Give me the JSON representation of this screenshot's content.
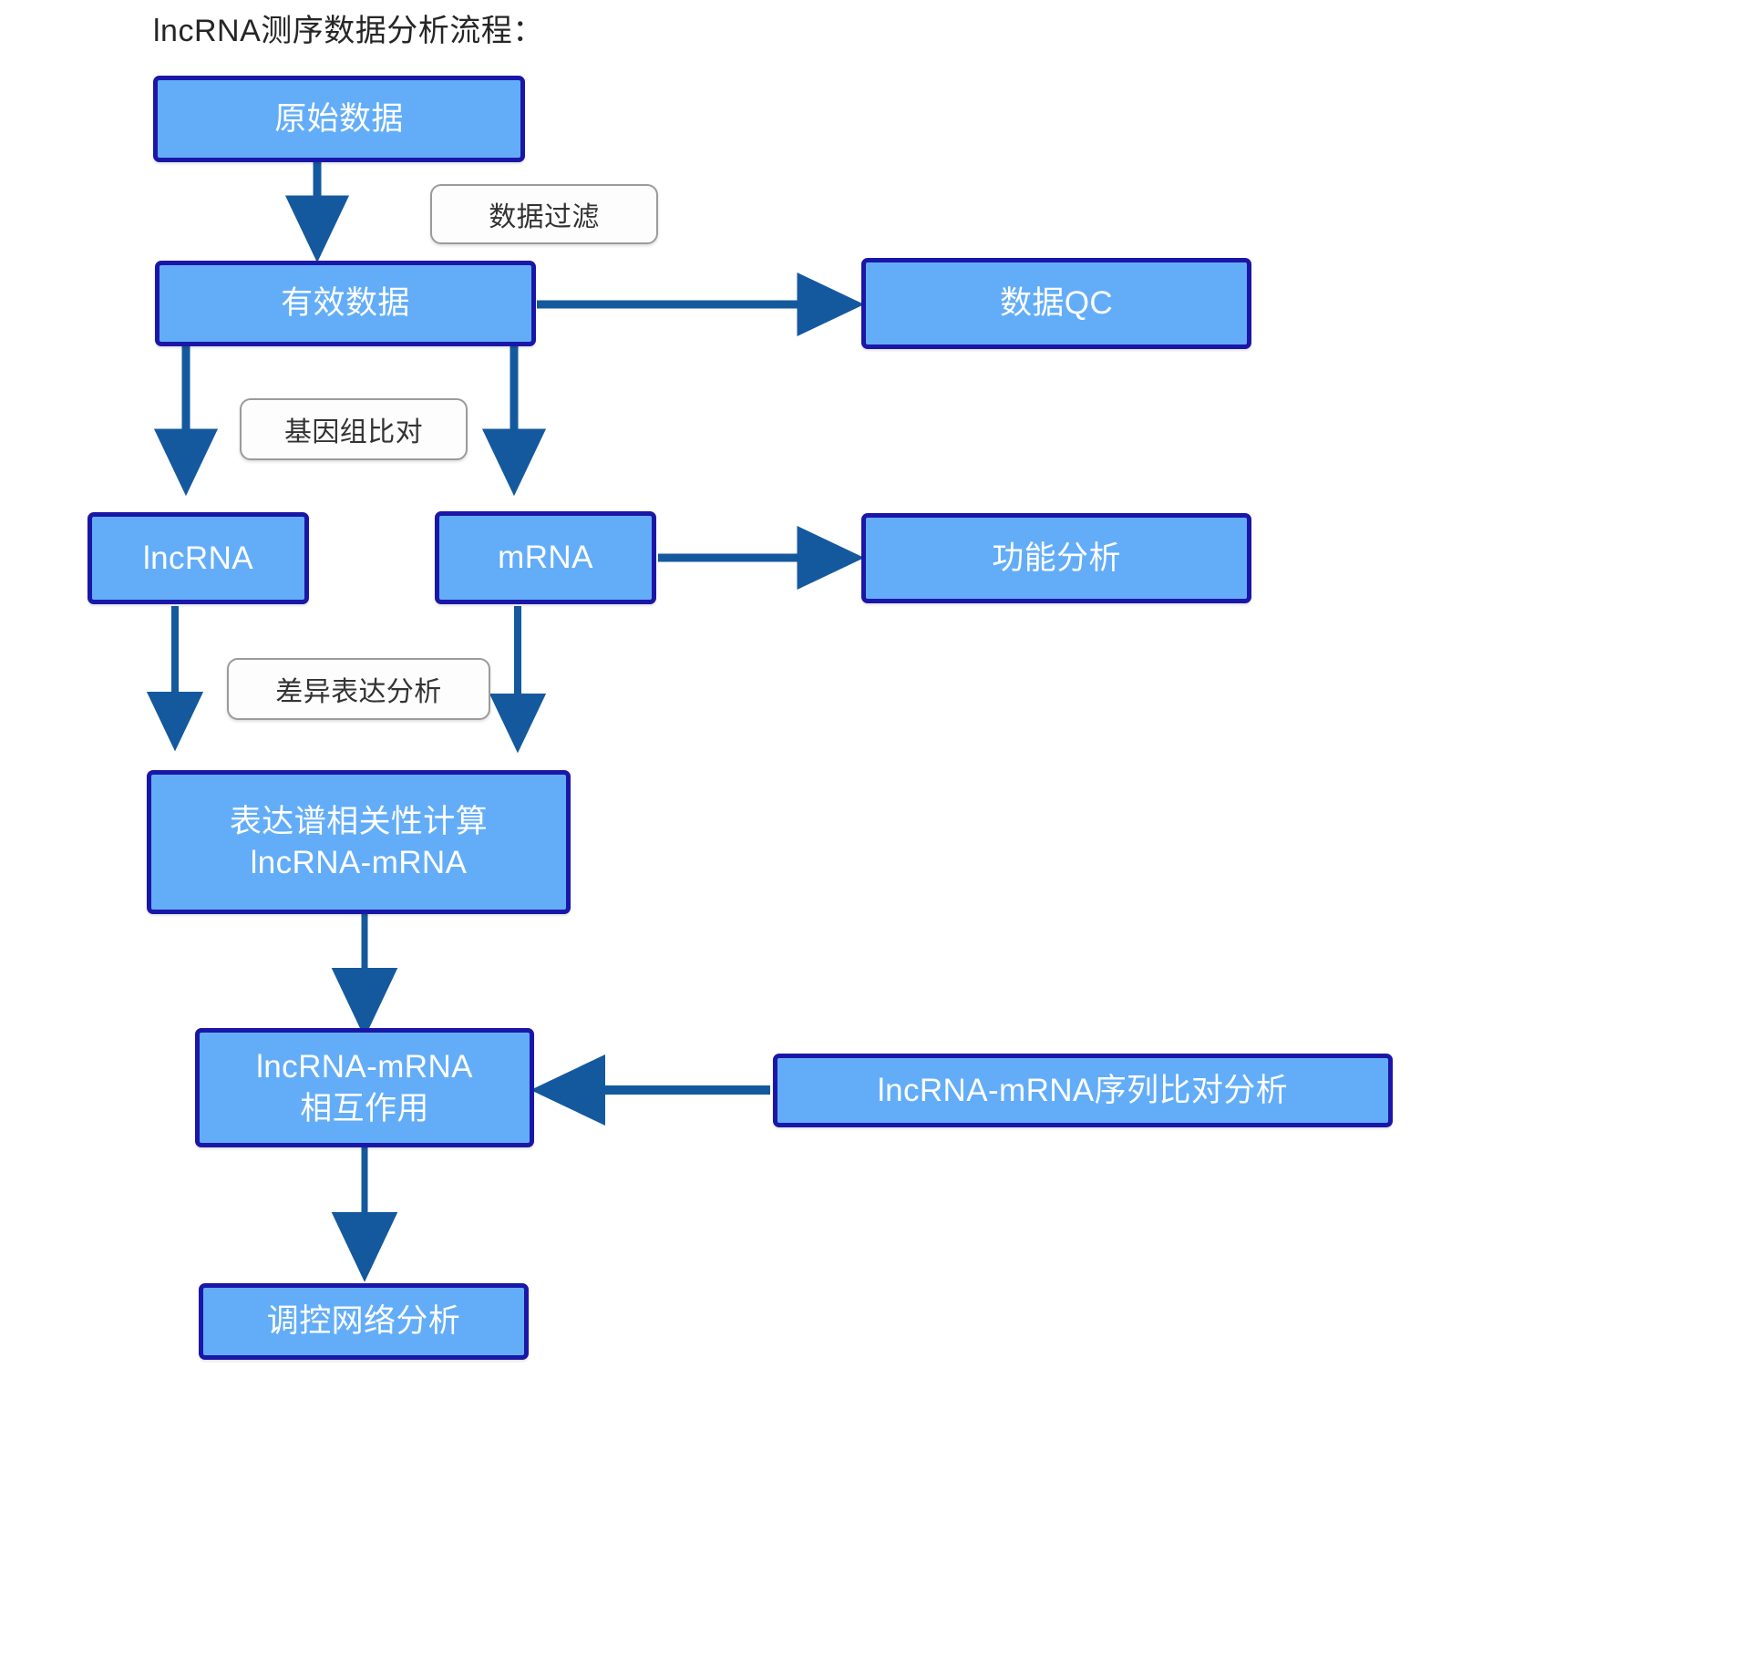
{
  "title": "lncRNA测序数据分析流程：",
  "colors": {
    "node_fill": "#63ADF8",
    "node_border": "#1A17A8",
    "node_text": "#FFFFFF",
    "edge_line": "#14599E",
    "label_border": "#9B9B9B",
    "label_fill": "#FDFDFD",
    "label_text": "#333333",
    "page_background": "#FFFFFF",
    "title_text": "#262626"
  },
  "nodes": [
    {
      "id": "raw-data",
      "label": "原始数据"
    },
    {
      "id": "valid-data",
      "label": "有效数据"
    },
    {
      "id": "data-qc",
      "label": "数据QC"
    },
    {
      "id": "lncrna",
      "label": "lncRNA"
    },
    {
      "id": "mrna",
      "label": "mRNA"
    },
    {
      "id": "function-analysis",
      "label": "功能分析"
    },
    {
      "id": "expression-correlation",
      "label": "表达谱相关性计算\nlncRNA-mRNA"
    },
    {
      "id": "lncrna-mrna-interaction",
      "label": "lncRNA-mRNA\n相互作用"
    },
    {
      "id": "sequence-alignment",
      "label": "lncRNA-mRNA序列比对分析"
    },
    {
      "id": "network-analysis",
      "label": "调控网络分析"
    }
  ],
  "edge_labels": [
    {
      "id": "data-filter",
      "label": "数据过滤"
    },
    {
      "id": "genome-alignment",
      "label": "基因组比对"
    },
    {
      "id": "differential-expression",
      "label": "差异表达分析"
    }
  ],
  "edges": [
    {
      "from": "raw-data",
      "to": "valid-data",
      "label": "数据过滤"
    },
    {
      "from": "valid-data",
      "to": "data-qc",
      "label": ""
    },
    {
      "from": "valid-data",
      "to": "lncrna",
      "label": "基因组比对"
    },
    {
      "from": "valid-data",
      "to": "mrna",
      "label": ""
    },
    {
      "from": "mrna",
      "to": "function-analysis",
      "label": ""
    },
    {
      "from": "lncrna",
      "to": "expression-correlation",
      "label": "差异表达分析"
    },
    {
      "from": "mrna",
      "to": "expression-correlation",
      "label": ""
    },
    {
      "from": "expression-correlation",
      "to": "lncrna-mrna-interaction",
      "label": ""
    },
    {
      "from": "sequence-alignment",
      "to": "lncrna-mrna-interaction",
      "label": ""
    },
    {
      "from": "lncrna-mrna-interaction",
      "to": "network-analysis",
      "label": ""
    }
  ]
}
